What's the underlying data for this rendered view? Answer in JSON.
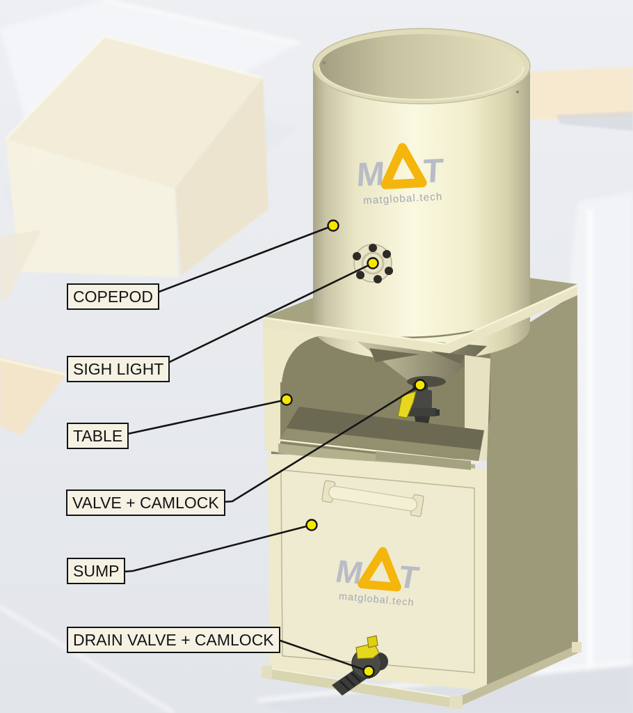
{
  "diagram": {
    "description": "Exploded technical illustration of a copepod culture tank on a sump cabinet",
    "brand": {
      "logo_m": "M",
      "logo_t": "T",
      "website": "matglobal.tech",
      "logo_yellow": "#f4b60d",
      "logo_gray": "#b9bcc6"
    },
    "callouts": [
      {
        "id": "copepod",
        "label": "COPEPOD"
      },
      {
        "id": "sigh-light",
        "label": "SIGH LIGHT"
      },
      {
        "id": "table",
        "label": "TABLE"
      },
      {
        "id": "valve-camlock",
        "label": "VALVE + CAMLOCK"
      },
      {
        "id": "sump",
        "label": "SUMP"
      },
      {
        "id": "drain-valve-camlock",
        "label": "DRAIN VALVE + CAMLOCK"
      }
    ],
    "colors": {
      "machine_body": "#efecd0",
      "machine_shadow_side": "#9d9a79",
      "interior_dark": "#85825f",
      "marker_yellow": "#f4e800",
      "valve_dark": "#474744",
      "valve_handle_yellow": "#e6d81e",
      "label_background": "#f5f2e4",
      "leader_line": "#141414"
    }
  }
}
